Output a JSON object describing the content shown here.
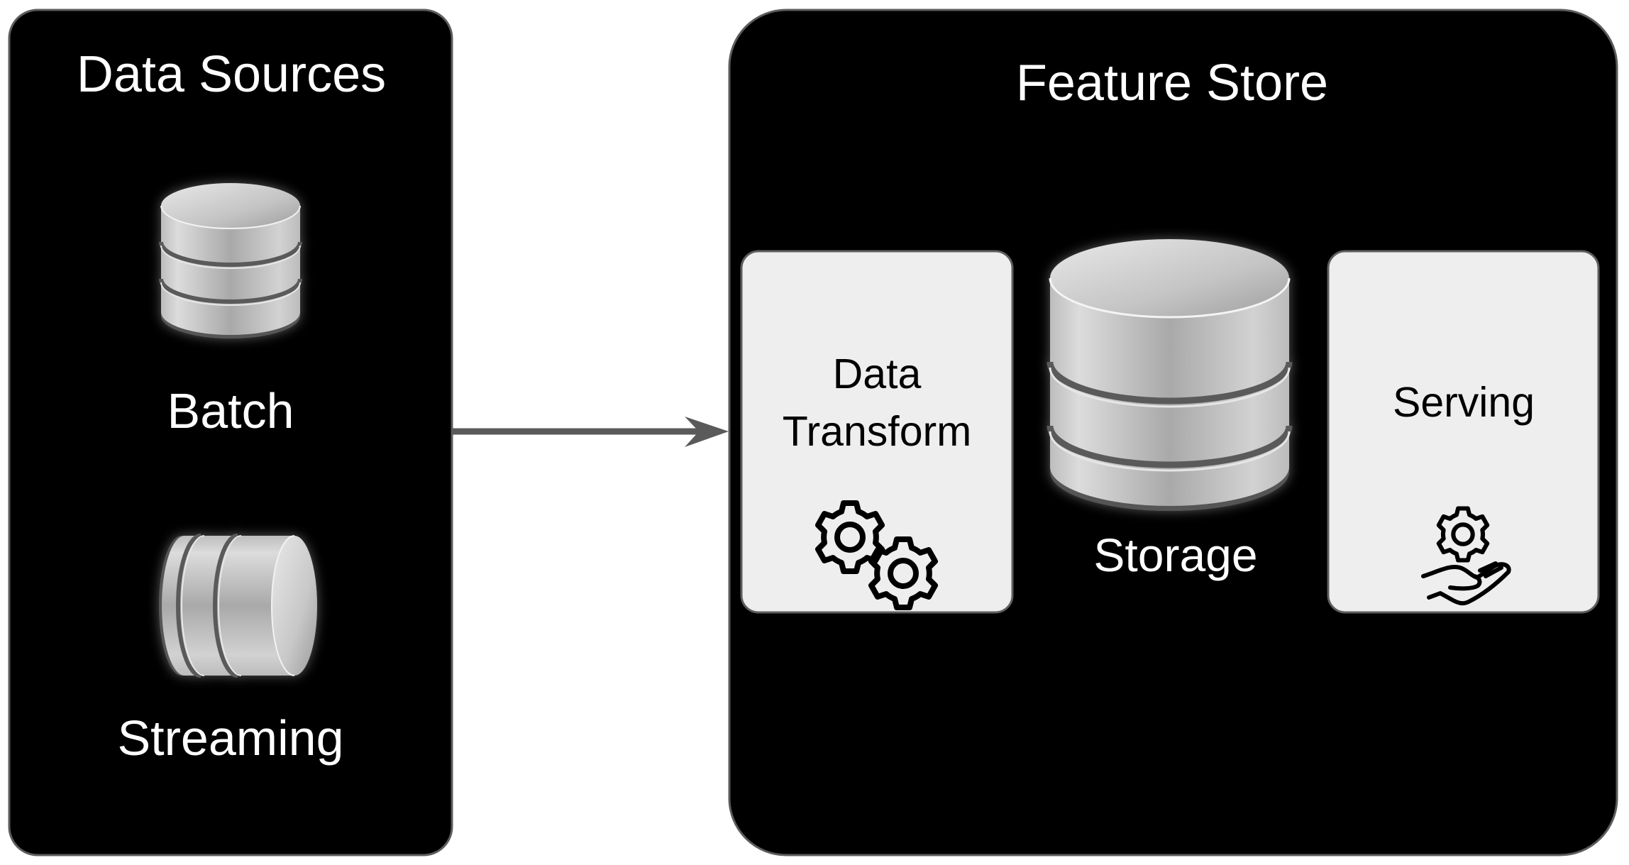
{
  "diagram": {
    "background": "#ffffff",
    "panel_fill": "#000000",
    "card_fill": "#eeeeee",
    "connector_color": "#5a5a5a"
  },
  "data_sources": {
    "title": "Data Sources",
    "items": [
      {
        "label": "Batch",
        "icon": "database-cylinder-icon"
      },
      {
        "label": "Streaming",
        "icon": "horizontal-cylinder-icon"
      }
    ]
  },
  "connector": {
    "from": "Data Sources",
    "to": "Feature Store",
    "type": "arrow"
  },
  "feature_store": {
    "title": "Feature Store",
    "components": {
      "transform": {
        "line1": "Data",
        "line2": "Transform",
        "icon": "gears-icon"
      },
      "storage": {
        "label": "Storage",
        "icon": "database-cylinder-icon"
      },
      "serving": {
        "label": "Serving",
        "icon": "hand-gear-icon"
      }
    }
  }
}
